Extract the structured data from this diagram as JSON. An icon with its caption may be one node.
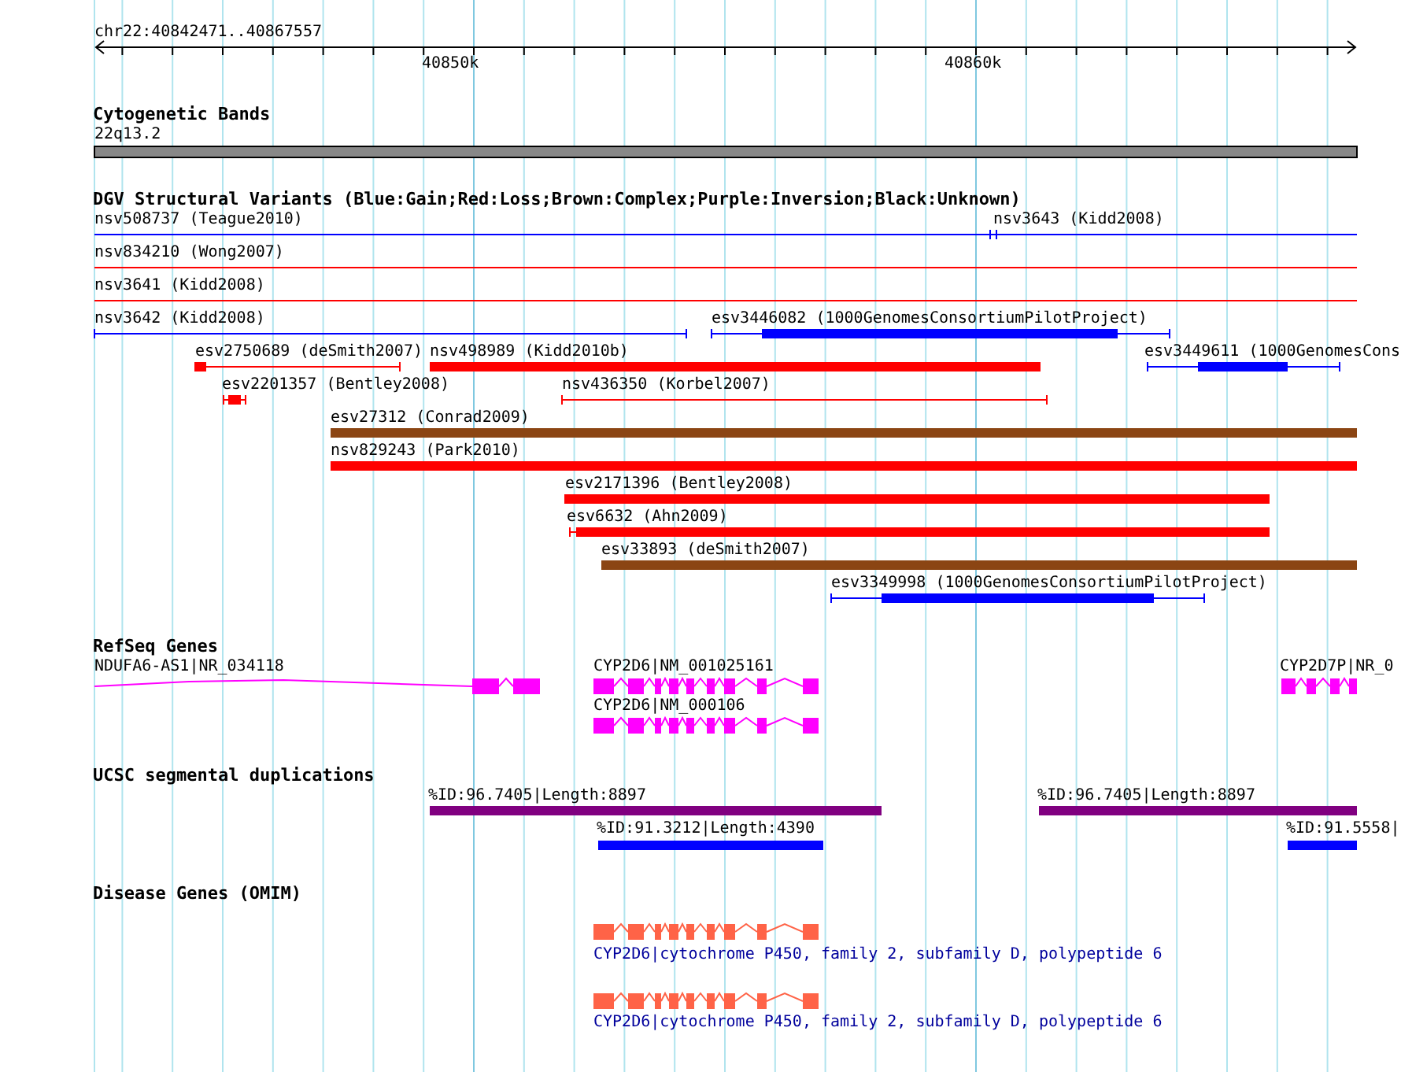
{
  "diagram": {
    "labels": [
      "chr22:40842471..40867557",
      "40850k",
      "40860k",
      "Cytogenetic Bands",
      "22q13.2",
      "DGV Structural Variants (Blue:Gain;Red:Loss;Brown:Complex;Purple:Inversion;Black:Unknown)",
      "nsv508737 (Teague2010)",
      "nsv3643 (Kidd2008)",
      "nsv834210 (Wong2007)",
      "nsv3641 (Kidd2008)",
      "nsv3642 (Kidd2008)",
      "esv3446082 (1000GenomesConsortiumPilotProject)",
      "esv2750689 (deSmith2007)",
      "nsv498989 (Kidd2010b)",
      "esv3449611 (1000GenomesCons",
      "esv2201357 (Bentley2008)",
      "nsv436350 (Korbel2007)",
      "esv27312 (Conrad2009)",
      "nsv829243 (Park2010)",
      "esv2171396 (Bentley2008)",
      "esv6632 (Ahn2009)",
      "esv33893 (deSmith2007)",
      "esv3349998 (1000GenomesConsortiumPilotProject)",
      "RefSeq Genes",
      "NDUFA6-AS1|NR_034118",
      "CYP2D6|NM_001025161",
      "CYP2D7P|NR_0",
      "CYP2D6|NM_000106",
      "UCSC segmental duplications",
      "%ID:96.7405|Length:8897",
      "%ID:96.7405|Length:8897",
      "%ID:91.3212|Length:4390",
      "%ID:91.5558|",
      "Disease Genes (OMIM)",
      "CYP2D6|cytochrome P450, family 2, subfamily D, polypeptide 6",
      "CYP2D6|cytochrome P450, family 2, subfamily D, polypeptide 6"
    ]
  }
}
